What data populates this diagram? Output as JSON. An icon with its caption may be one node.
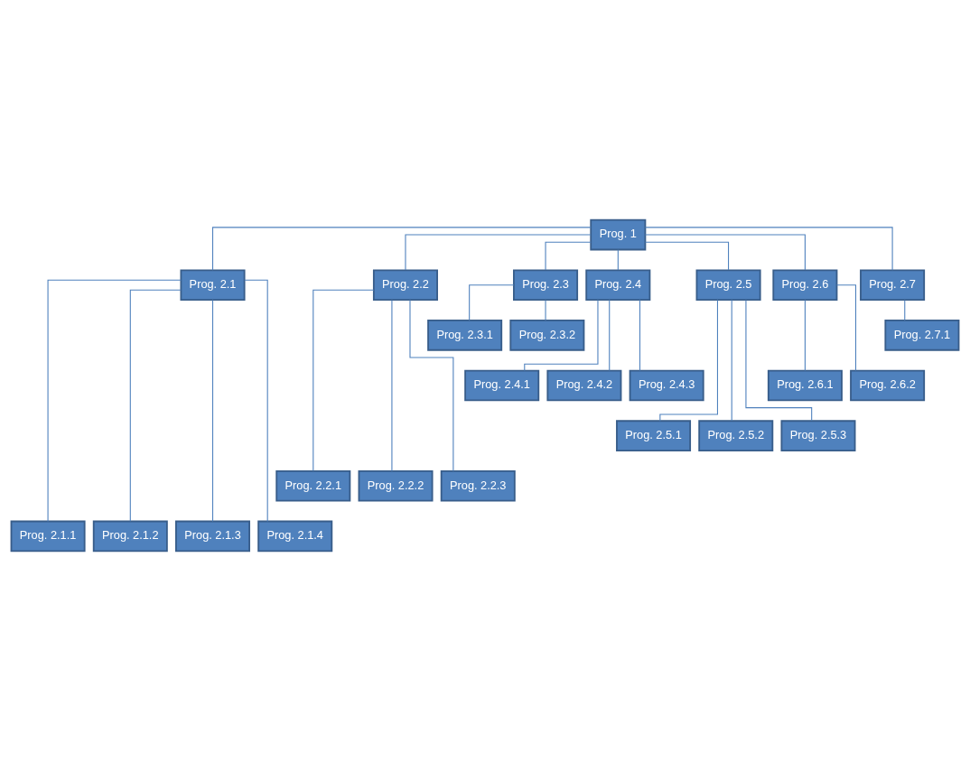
{
  "diagram": {
    "nodes": [
      {
        "text": [
          "Prog. 1"
        ]
      },
      {
        "text": [
          "Prog. 2.1"
        ]
      },
      {
        "text": [
          "Prog. 2.2"
        ]
      },
      {
        "text": [
          "Prog. 2.3"
        ]
      },
      {
        "text": [
          "Prog. 2.4"
        ]
      },
      {
        "text": [
          "Prog. 2.5"
        ]
      },
      {
        "text": [
          "Prog. 2.6"
        ]
      },
      {
        "text": [
          "Prog. 2.7"
        ]
      },
      {
        "text": [
          "Prog. 2.3.1"
        ]
      },
      {
        "text": [
          "Prog. 2.3.2"
        ]
      },
      {
        "text": [
          "Prog. 2.7.1"
        ]
      },
      {
        "text": [
          "Prog. 2.4.1"
        ]
      },
      {
        "text": [
          "Prog. 2.4.2"
        ]
      },
      {
        "text": [
          "Prog. 2.4.3"
        ]
      },
      {
        "text": [
          "Prog. 2.6.1"
        ]
      },
      {
        "text": [
          "Prog. 2.6.2"
        ]
      },
      {
        "text": [
          "Prog. 2.5.1"
        ]
      },
      {
        "text": [
          "Prog. 2.5.2"
        ]
      },
      {
        "text": [
          "Prog. 2.5.3"
        ]
      },
      {
        "text": [
          "Prog. 2.2.1"
        ]
      },
      {
        "text": [
          "Prog. 2.2.2"
        ]
      },
      {
        "text": [
          "Prog. 2.2.3"
        ]
      },
      {
        "text": [
          "Prog. 2.1.1"
        ]
      },
      {
        "text": [
          "Prog. 2.1.2"
        ]
      },
      {
        "text": [
          "Prog. 2.1.3"
        ]
      },
      {
        "text": [
          "Prog. 2.1.4"
        ]
      }
    ],
    "edges": [
      {
        "from": 0,
        "to": 1,
        "arrow": "none"
      },
      {
        "from": 0,
        "to": 2,
        "arrow": "none"
      },
      {
        "from": 0,
        "to": 3,
        "arrow": "none"
      },
      {
        "from": 0,
        "to": 4,
        "arrow": "none"
      },
      {
        "from": 0,
        "to": 5,
        "arrow": "none"
      },
      {
        "from": 0,
        "to": 6,
        "arrow": "none"
      },
      {
        "from": 0,
        "to": 7,
        "arrow": "none"
      },
      {
        "from": 3,
        "to": 8,
        "arrow": "none"
      },
      {
        "from": 3,
        "to": 9,
        "arrow": "none"
      },
      {
        "from": 7,
        "to": 10,
        "arrow": "none"
      },
      {
        "from": 4,
        "to": 11,
        "arrow": "none"
      },
      {
        "from": 4,
        "to": 12,
        "arrow": "none"
      },
      {
        "from": 4,
        "to": 13,
        "arrow": "none"
      },
      {
        "from": 6,
        "to": 14,
        "arrow": "none"
      },
      {
        "from": 6,
        "to": 15,
        "arrow": "none"
      },
      {
        "from": 5,
        "to": 16,
        "arrow": "none"
      },
      {
        "from": 5,
        "to": 17,
        "arrow": "none"
      },
      {
        "from": 5,
        "to": 18,
        "arrow": "none"
      },
      {
        "from": 2,
        "to": 19,
        "arrow": "none"
      },
      {
        "from": 2,
        "to": 20,
        "arrow": "none"
      },
      {
        "from": 2,
        "to": 21,
        "arrow": "none"
      },
      {
        "from": 1,
        "to": 22,
        "arrow": "none"
      },
      {
        "from": 1,
        "to": 23,
        "arrow": "none"
      },
      {
        "from": 1,
        "to": 24,
        "arrow": "none"
      },
      {
        "from": 1,
        "to": 25,
        "arrow": "none"
      }
    ]
  }
}
